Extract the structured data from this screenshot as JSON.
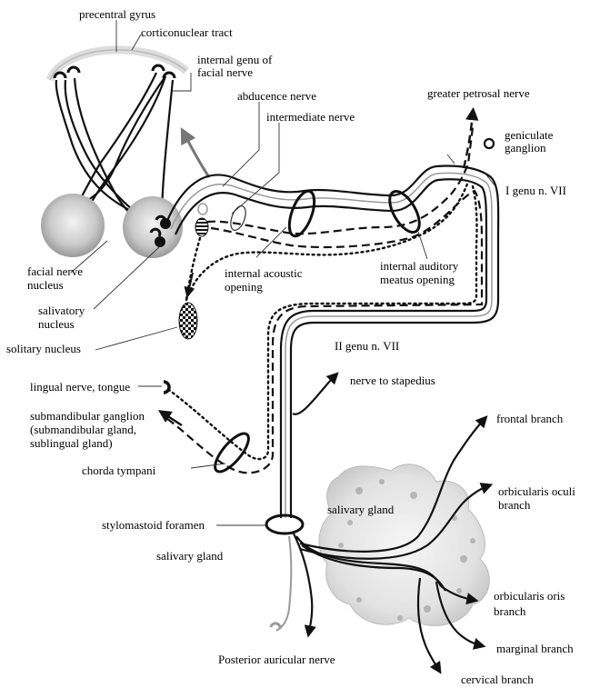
{
  "labels": {
    "precentral_gyrus": "precentral gyrus",
    "corticonuclear_tract": "corticonuclear tract",
    "internal_genu_l1": "internal genu of",
    "internal_genu_l2": "facial nerve",
    "abducence_nerve": "abducence nerve",
    "intermediate_nerve": "intermediate nerve",
    "greater_petrosal_nerve": "greater petrosal nerve",
    "geniculate_l1": "geniculate",
    "geniculate_l2": "ganglion",
    "i_genu": "I genu n. VII",
    "facial_nucleus_l1": "facial nerve",
    "facial_nucleus_l2": "nucleus",
    "internal_acoustic_l1": "internal acoustic",
    "internal_acoustic_l2": "opening",
    "internal_auditory_l1": "internal auditory",
    "internal_auditory_l2": "meatus opening",
    "salivatory_l1": "salivatory",
    "salivatory_l2": "nucleus",
    "solitary_nucleus": "solitary nucleus",
    "ii_genu": "II genu n. VII",
    "lingual_nerve": "lingual nerve, tongue",
    "nerve_to_stapedius": "nerve to stapedius",
    "submandibular_l1": "submandibular ganglion",
    "submandibular_l2": "(submandibular gland,",
    "submandibular_l3": "sublingual gland)",
    "chorda_tympani": "chorda tympani",
    "frontal_branch": "frontal branch",
    "orbicularis_oculi_l1": "orbicularis oculi",
    "orbicularis_oculi_l2": "branch",
    "salivary_gland_inner": "salivary gland",
    "stylomastoid_foramen": "stylomastoid foramen",
    "salivary_gland_outer": "salivary gland",
    "orbicularis_oris_l1": "orbicularis oris",
    "orbicularis_oris_l2": "branch",
    "marginal_branch": "marginal branch",
    "posterior_auricular_nerve": "Posterior auricular nerve",
    "cervical_branch": "cervical branch"
  }
}
